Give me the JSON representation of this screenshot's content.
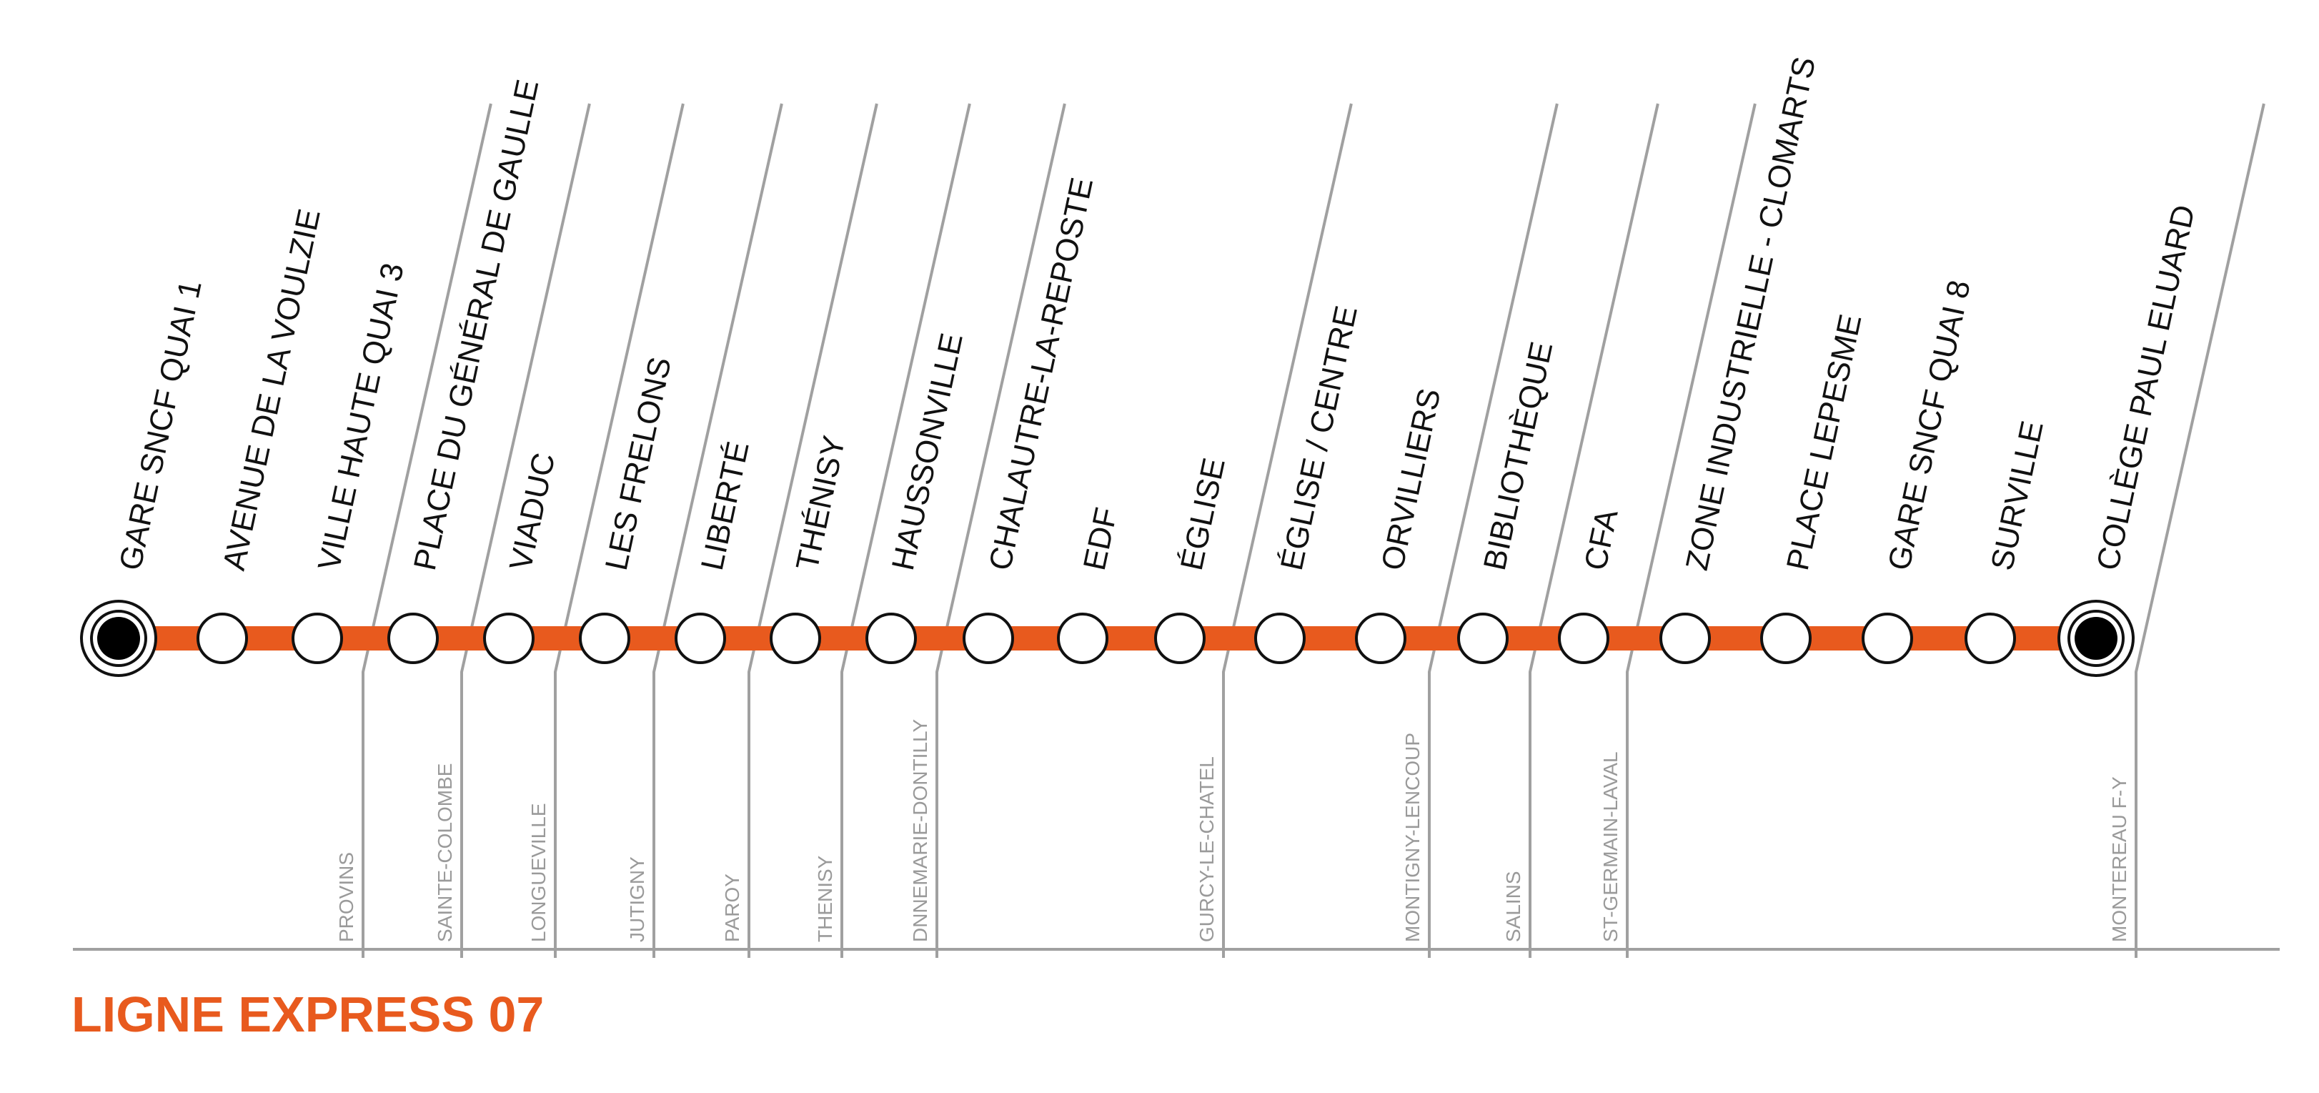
{
  "line": {
    "title": "LIGNE EXPRESS 07",
    "color": "#e85a1e",
    "divider_color": "#a0a0a0"
  },
  "stops": [
    {
      "name": "GARE SNCF QUAI 1",
      "terminus": true
    },
    {
      "name": "AVENUE DE LA VOULZIE",
      "terminus": false
    },
    {
      "name": "VILLE HAUTE QUAI 3",
      "terminus": false
    },
    {
      "name": "PLACE DU GÉNÉRAL DE GAULLE",
      "terminus": false
    },
    {
      "name": "VIADUC",
      "terminus": false
    },
    {
      "name": "LES FRELONS",
      "terminus": false
    },
    {
      "name": "LIBERTÉ",
      "terminus": false
    },
    {
      "name": "THÉNISY",
      "terminus": false
    },
    {
      "name": "HAUSSONVILLE",
      "terminus": false
    },
    {
      "name": "CHALAUTRE-LA-REPOSTE",
      "terminus": false
    },
    {
      "name": "EDF",
      "terminus": false
    },
    {
      "name": "ÉGLISE",
      "terminus": false
    },
    {
      "name": "ÉGLISE / CENTRE",
      "terminus": false
    },
    {
      "name": "ORVILLIERS",
      "terminus": false
    },
    {
      "name": "BIBLIOTHÈQUE",
      "terminus": false
    },
    {
      "name": "CFA",
      "terminus": false
    },
    {
      "name": "ZONE INDUSTRIELLE - CLOMARTS",
      "terminus": false
    },
    {
      "name": "PLACE LEPESME",
      "terminus": false
    },
    {
      "name": "GARE SNCF QUAI 8",
      "terminus": false
    },
    {
      "name": "SURVILLE",
      "terminus": false
    },
    {
      "name": "COLLÈGE PAUL ELUARD",
      "terminus": true
    }
  ],
  "communes": [
    "PROVINS",
    "SAINTE-COLOMBE",
    "LONGUEVILLE",
    "JUTIGNY",
    "PAROY",
    "THENISY",
    "DNNEMARIE-DONTILLY",
    "GURCY-LE-CHATEL",
    "MONTIGNY-LENCOUP",
    "SALINS",
    "ST-GERMAIN-LAVAL",
    "MONTEREAU F-Y"
  ]
}
